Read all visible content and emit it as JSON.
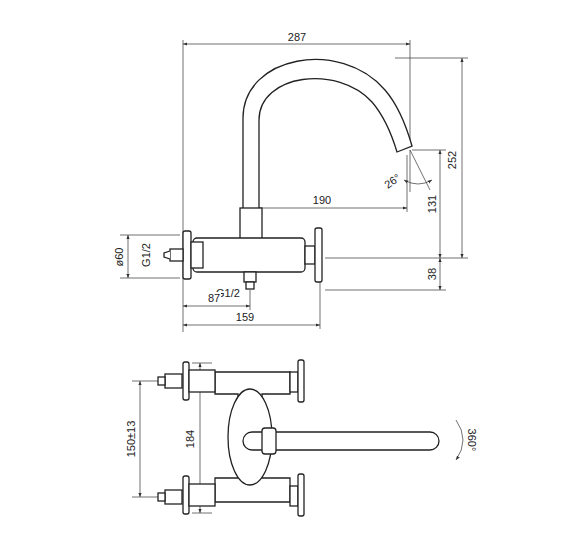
{
  "diagram": {
    "labels": [
      "287",
      "252",
      "26°",
      "190",
      "131",
      "38",
      "ø60",
      "G1/2",
      "G1/2",
      "87",
      "159",
      "150±13",
      "184",
      "360°"
    ]
  }
}
